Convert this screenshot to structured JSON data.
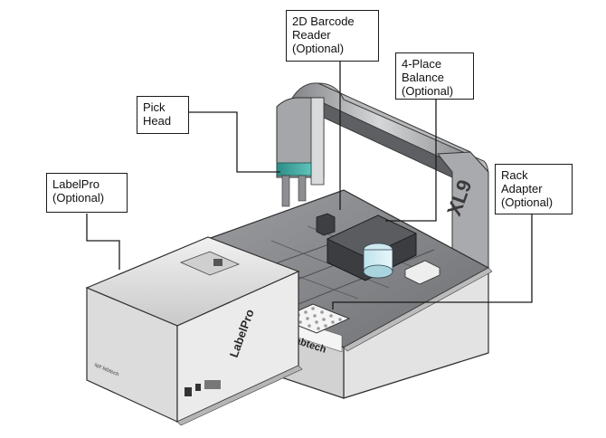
{
  "callouts": {
    "barcode_reader": [
      "2D Barcode",
      "Reader",
      "(Optional)"
    ],
    "balance": [
      "4-Place",
      "Balance",
      "(Optional)"
    ],
    "pick_head": [
      "Pick",
      "Head"
    ],
    "labelpro": [
      "LabelPro",
      "(Optional)"
    ],
    "rack_adapter": [
      "Rack",
      "Adapter",
      "(Optional)"
    ]
  },
  "device_markings": {
    "model": "XL9",
    "brand": "spt labtech",
    "labelpro_brand": "LabelPro",
    "labelpro_logo": "spt labtech"
  }
}
